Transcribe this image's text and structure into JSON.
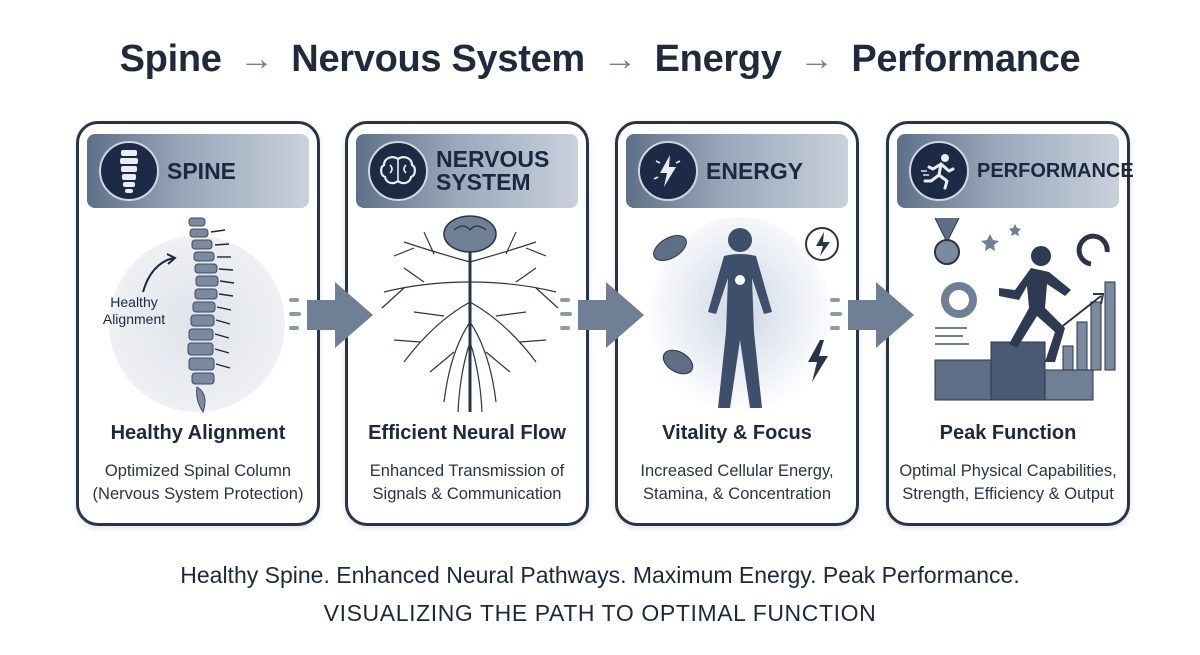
{
  "title": {
    "step1": "Spine",
    "step2": "Nervous System",
    "step3": "Energy",
    "step4": "Performance",
    "arrow": "→"
  },
  "cards": [
    {
      "header": "SPINE",
      "icon": "spine-icon",
      "annotation": "Healthy Alignment",
      "title": "Healthy Alignment",
      "desc_line1": "Optimized Spinal Column",
      "desc_line2": "(Nervous System Protection)"
    },
    {
      "header_line1": "NERVOUS",
      "header_line2": "SYSTEM",
      "icon": "brain-icon",
      "title": "Efficient Neural Flow",
      "desc_line1": "Enhanced Transmission of",
      "desc_line2": "Signals & Communication"
    },
    {
      "header": "ENERGY",
      "icon": "lightning-icon",
      "title": "Vitality & Focus",
      "desc_line1": "Increased Cellular Energy,",
      "desc_line2": "Stamina, & Concentration"
    },
    {
      "header": "PERFORMANCE",
      "icon": "runner-icon",
      "title": "Peak Function",
      "desc_line1": "Optimal Physical Capabilities,",
      "desc_line2": "Strength, Efficiency & Output"
    }
  ],
  "tagline": "Healthy Spine. Enhanced Neural Pathways. Maximum Energy. Peak Performance.",
  "subtitle": "VISUALIZING THE PATH TO OPTIMAL FUNCTION",
  "colors": {
    "dark": "#1c2740",
    "accent": "#5e7089",
    "light_accent": "#c9d1dc",
    "arrow": "#6f7f95"
  }
}
